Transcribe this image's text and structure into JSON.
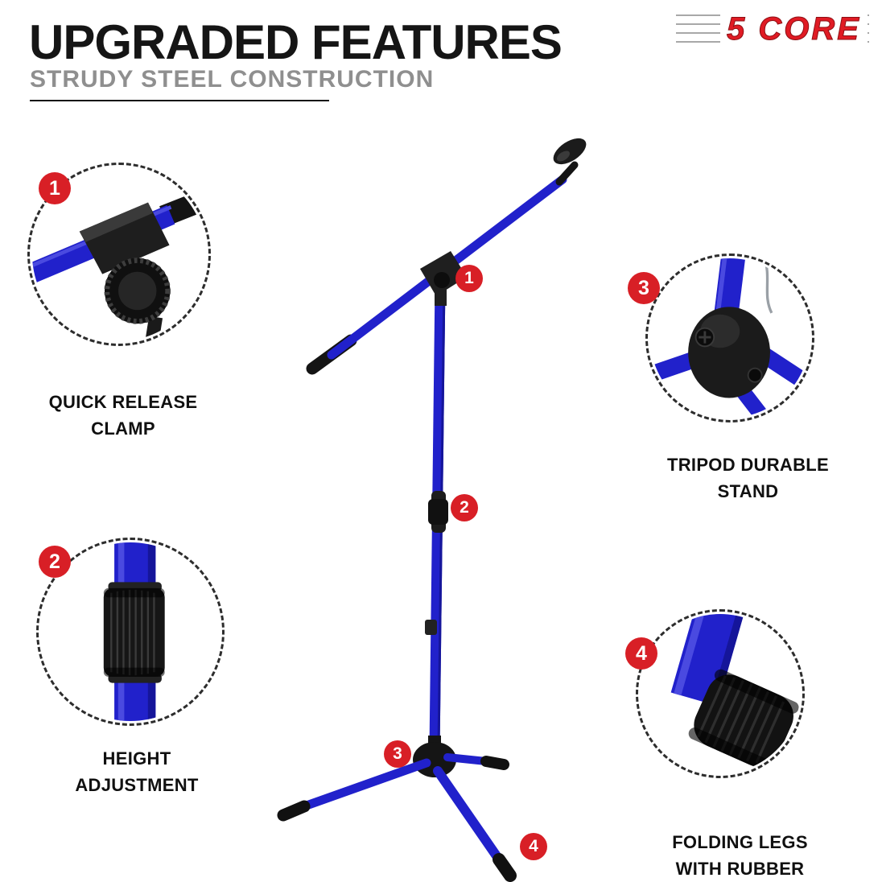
{
  "header": {
    "title": "UPGRADED FEATURES",
    "subtitle": "STRUDY STEEL CONSTRUCTION"
  },
  "logo": {
    "number": "5",
    "name": "CORE",
    "color": "#e01b24"
  },
  "callouts": [
    {
      "number": "1",
      "label": "QUICK RELEASE\nCLAMP"
    },
    {
      "number": "2",
      "label": "HEIGHT\nADJUSTMENT"
    },
    {
      "number": "3",
      "label": "TRIPOD DURABLE\nSTAND"
    },
    {
      "number": "4",
      "label": "FOLDING LEGS\nWITH RUBBER"
    }
  ],
  "markers": [
    "1",
    "2",
    "3",
    "4"
  ],
  "colors": {
    "pole_blue": "#2121cb",
    "hardware_black": "#1a1a1a",
    "badge_red": "#d81f26",
    "title_black": "#151515",
    "subtitle_gray": "#8f8f8f"
  }
}
